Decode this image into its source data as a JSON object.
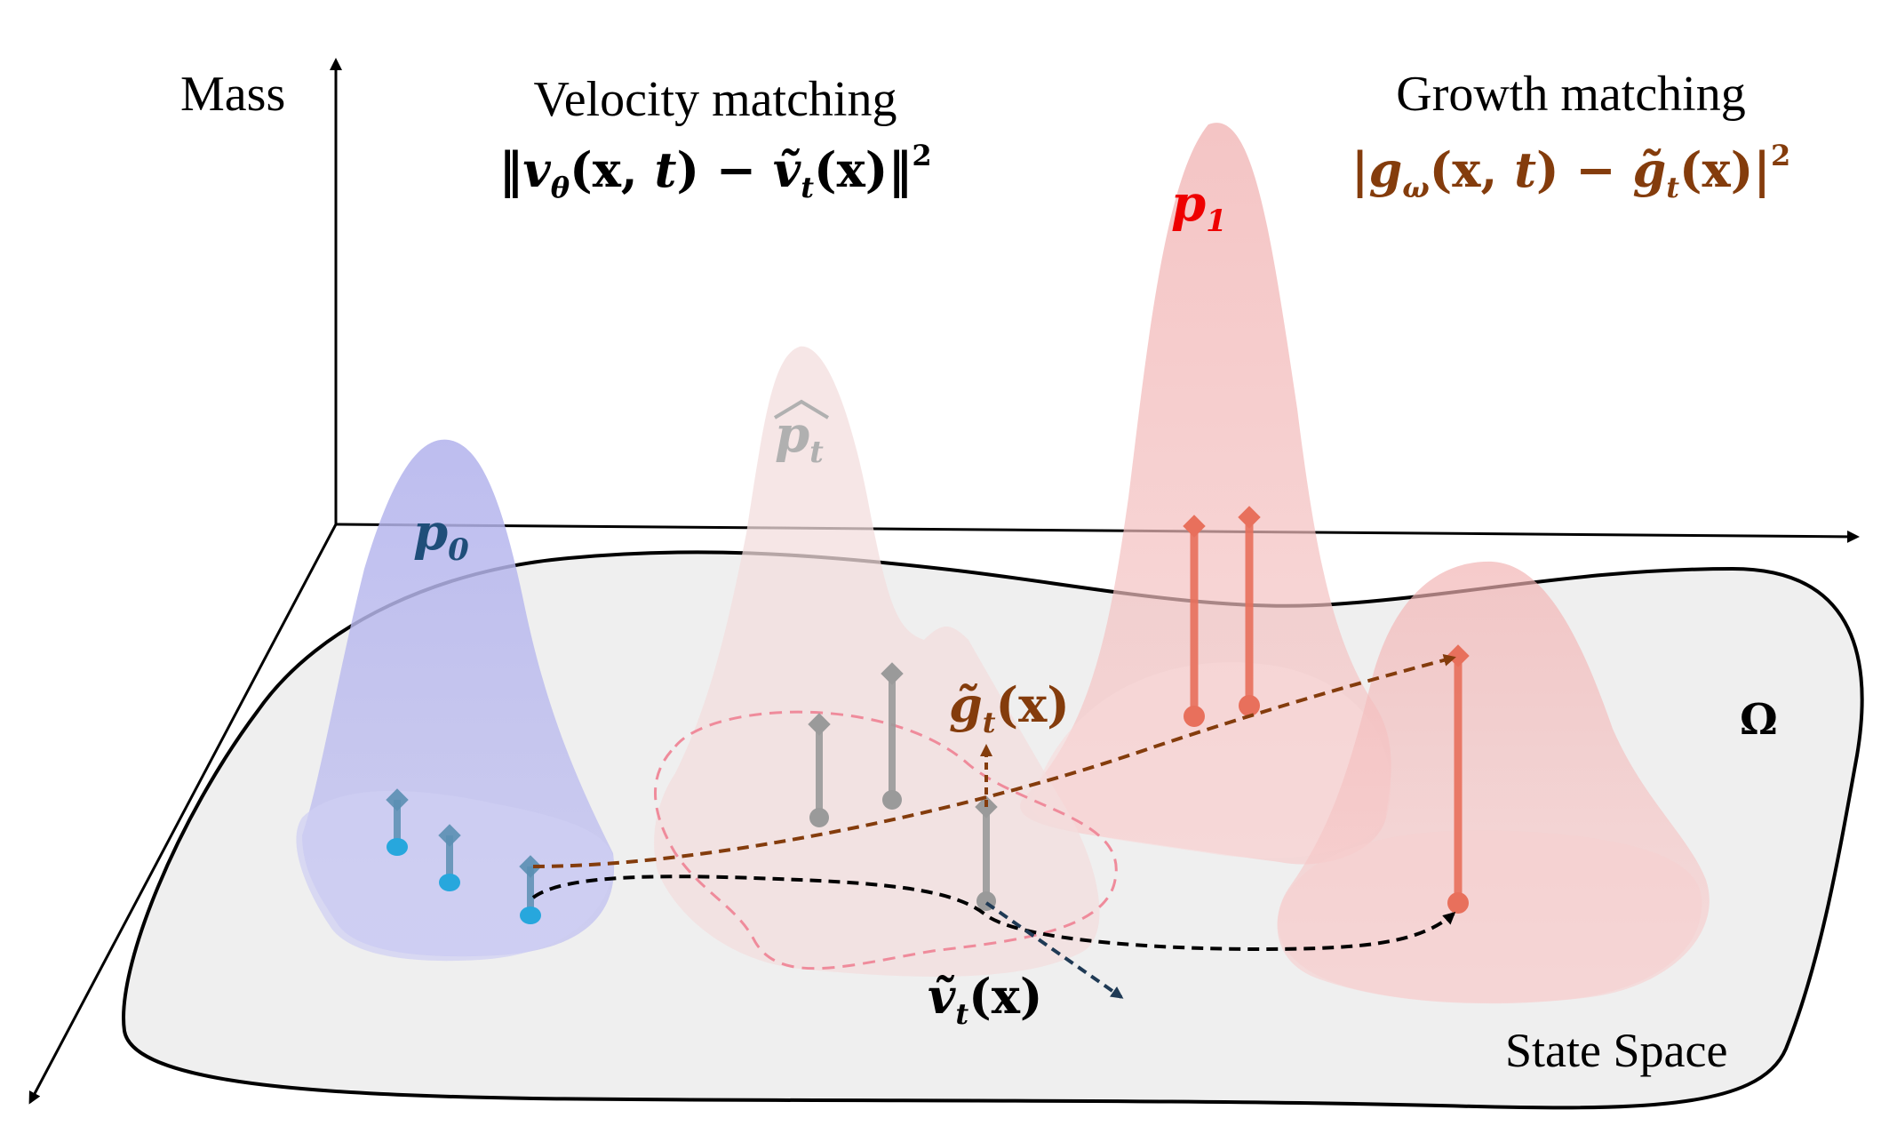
{
  "axis": {
    "mass_label": "Mass"
  },
  "regions": {
    "omega_label": "Ω",
    "state_space_label": "State Space"
  },
  "velocity": {
    "title": "Velocity matching",
    "loss": {
      "open_norm": "‖",
      "v": "v",
      "theta": "θ",
      "args_open": "(",
      "x": "x",
      "comma": ", ",
      "t": "t",
      "args_close": ")",
      "minus": " − ",
      "v_tilde": "ṽ",
      "sub_t": "t",
      "paren_x": "(x)",
      "close_norm": "‖",
      "sq": "2"
    }
  },
  "growth": {
    "title": "Growth matching",
    "loss": {
      "open_abs": "|",
      "g": "g",
      "omega": "ω",
      "args_open": "(",
      "x": "x",
      "comma": ", ",
      "t": "t",
      "args_close": ")",
      "minus": " − ",
      "g_tilde": "g̃",
      "sub_t": "t",
      "paren_x": "(x)",
      "close_abs": "|",
      "sq": "2"
    }
  },
  "distributions": {
    "p0": {
      "base": "p",
      "sub": "0"
    },
    "pt_hat": {
      "base": "p",
      "sub": "t"
    },
    "p1": {
      "base": "p",
      "sub": "1"
    }
  },
  "annotations": {
    "g_tilde": {
      "sym": "g̃",
      "sub": "t",
      "rest": "(x)"
    },
    "v_tilde": {
      "sym": "ṽ",
      "sub": "t",
      "rest": "(x)"
    }
  },
  "colors": {
    "p0_fill": "#b9b9ec",
    "pt_fill": "#f3dede",
    "p1_fill": "#f0b4b4",
    "state_space_fill": "#efefef",
    "p0_label": "#1f4e79",
    "p1_label": "#ee0000",
    "growth_color": "#843c0c",
    "pt_label": "#b0b0b0",
    "stem_blue": "#5b8fb3",
    "dot_blue": "#27a7dd",
    "stem_gray": "#9a9a9a",
    "stem_red": "#e8705c",
    "dashed_pink": "#ef8b9b",
    "arrow_dark": "#000000"
  }
}
